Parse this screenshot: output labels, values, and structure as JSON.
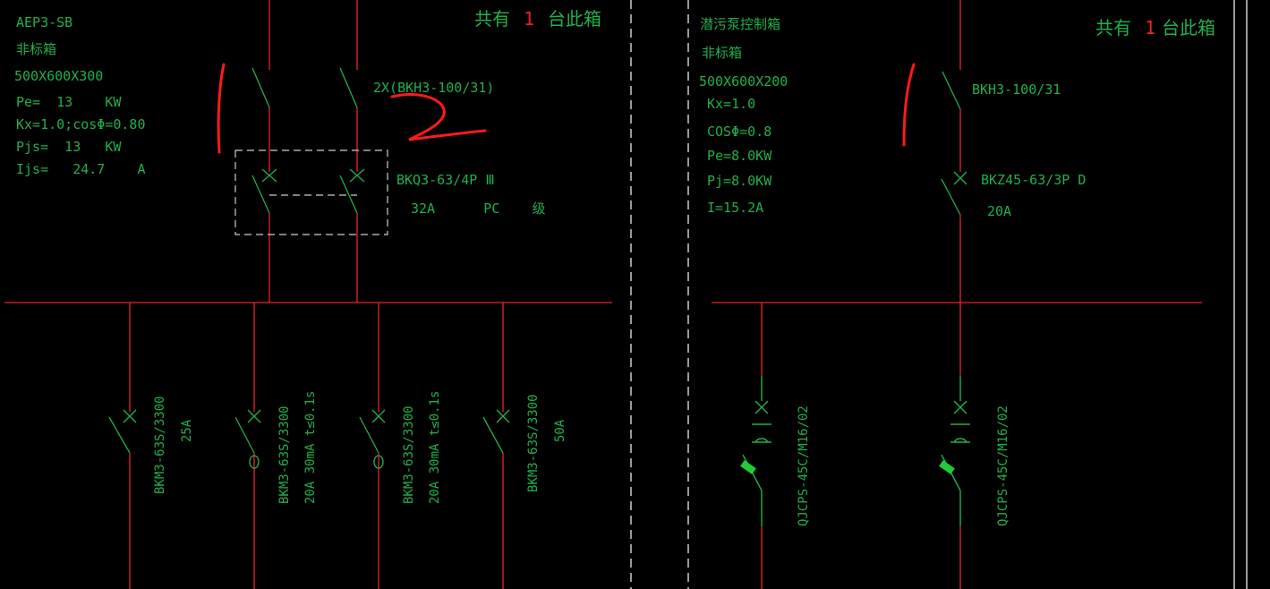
{
  "left_panel": {
    "box_name": "AEP3-SB",
    "box_type": "非标箱",
    "dimensions": "500X600X300",
    "params": [
      "Pe=  13    KW",
      "Kx=1.0;cosΦ=0.80",
      "Pjs=  13   KW",
      "Ijs=   24.7    A"
    ],
    "count_prefix": "共有",
    "count_value": "1",
    "count_suffix": "台此箱",
    "isolator_label": "2X(BKH3-100/31)",
    "breaker_label": "BKQ3-63/4P Ⅲ",
    "breaker_detail": "32A      PC    级",
    "branches": [
      {
        "line1": "BKM3-63S/3300",
        "line2": "25A"
      },
      {
        "line1": "BKM3-63S/3300",
        "line2": "20A 30mA t≤0.1s"
      },
      {
        "line1": "BKM3-63S/3300",
        "line2": "20A 30mA t≤0.1s"
      },
      {
        "line1": "BKM3-63S/3300",
        "line2": "50A"
      }
    ]
  },
  "right_panel": {
    "box_name": "潜污泵控制箱",
    "box_type": "非标箱",
    "dimensions": "500X600X200",
    "params": [
      "Kx=1.0",
      "COSΦ=0.8",
      "Pe=8.0KW",
      "Pj=8.0KW",
      "I=15.2A"
    ],
    "count_prefix": "共有",
    "count_value": "1",
    "count_suffix": "台此箱",
    "isolator_label": "BKH3-100/31",
    "breaker_label": "BKZ45-63/3P D",
    "breaker_detail": "20A",
    "branches": [
      {
        "label": "QJCPS-45C/M16/02"
      },
      {
        "label": "QJCPS-45C/M16/02"
      }
    ]
  },
  "annotations": {
    "handwritten_mark": "2"
  },
  "colors": {
    "background": "#000000",
    "wire": "#e8242c",
    "text": "#22b04a",
    "device": "#22b04a",
    "border": "#ffffff",
    "marker": "#ff1a1a"
  }
}
